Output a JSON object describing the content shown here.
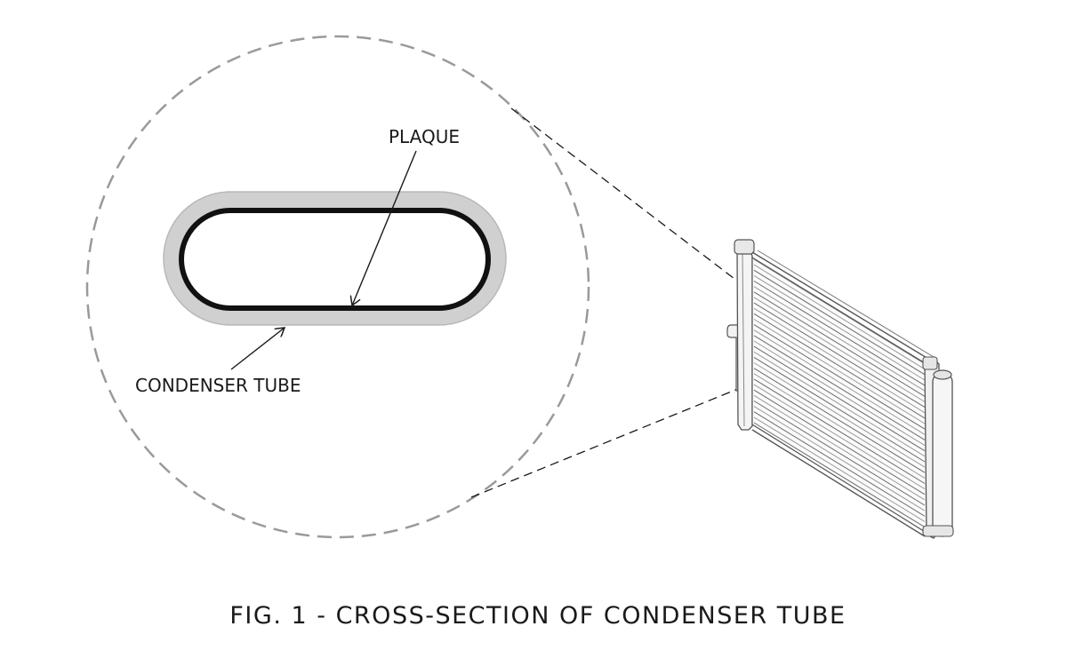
{
  "labels": {
    "plaque": "PLAQUE",
    "condenser_tube": "CONDENSER TUBE"
  },
  "caption": "FIG. 1 - CROSS-SECTION OF CONDENSER TUBE"
}
